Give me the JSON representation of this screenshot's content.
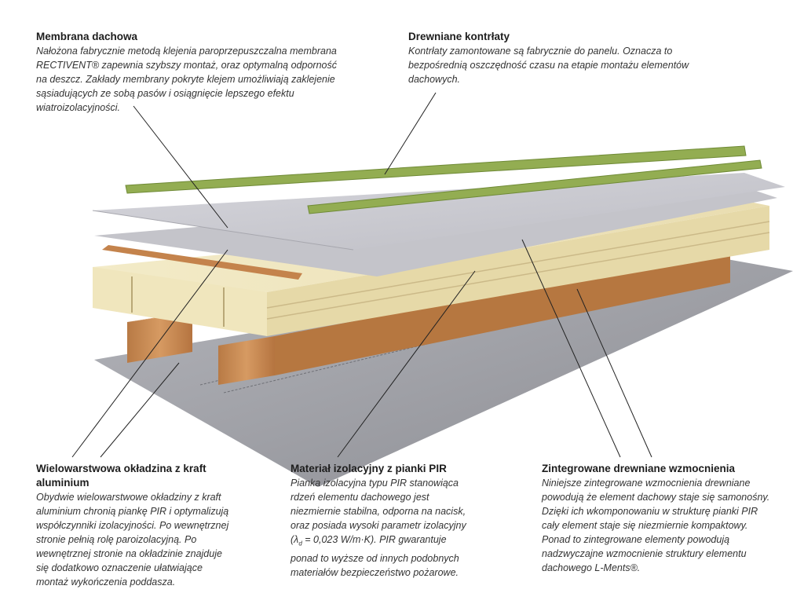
{
  "callouts": {
    "membrane": {
      "title": "Membrana dachowa",
      "body": "Nałożona fabrycznie metodą klejenia paroprzepuszczalna membrana\nRECTIVENT® zapewnia szybszy montaż, oraz optymalną odporność\nna deszcz. Zakłady membrany pokryte klejem umożliwiają zaklejenie\nsąsiadujących ze sobą pasów i osiągnięcie lepszego efektu\nwiatroizolacyjności."
    },
    "battens": {
      "title": "Drewniane kontrłaty",
      "body": "Kontrłaty zamontowane są fabrycznie do panelu. Oznacza to\nbezpośrednią oszczędność czasu na etapie montażu elementów\ndachowych."
    },
    "facing": {
      "title": "Wielowarstwowa okładzina z kraft\naluminium",
      "body": "Obydwie wielowarstwowe okładziny z kraft\naluminium chronią piankę PIR i optymalizują\nwspółczynniki izolacyjności. Po wewnętrznej\nstronie pełnią rolę paroizolacyjną. Po\nwewnętrznej stronie na okładzinie znajduje\nsię dodatkowo oznaczenie ułatwiające\nmontaż wykończenia poddasza."
    },
    "pir": {
      "title": "Materiał izolacyjny z pianki PIR",
      "body_lines": [
        "Pianka izolacyjna typu PIR stanowiąca",
        "rdzeń elementu dachowego jest",
        "niezmiernie stabilna, odporna na nacisk,",
        "oraz posiada wysoki parametr izolacyjny"
      ],
      "lambda_symbol": "λ",
      "lambda_sub": "d",
      "lambda_rest": " = 0,023 W/m·K). PIR gwarantuje",
      "body_tail": "ponad to wyższe od innych podobnych\nmateriałów bezpieczeństwo pożarowe."
    },
    "reinforcement": {
      "title": "Zintegrowane drewniane wzmocnienia",
      "body": "Niniejsze zintegrowane wzmocnienia drewniane\npowodują że element dachowy staje się samonośny.\nDzięki ich wkomponowaniu w strukturę pianki PIR\ncały element staje się niezmiernie kompaktowy.\nPonad to zintegrowane elementy powodują\nnadzwyczajne wzmocnienie struktury elementu\ndachowego L-Ments®."
    }
  },
  "colors": {
    "foam": "#f1e8c2",
    "membrane": "#c9c9cf",
    "wood": "#c98a52",
    "batten_green": "#8aa64a",
    "foil": "#9fa0a6"
  }
}
